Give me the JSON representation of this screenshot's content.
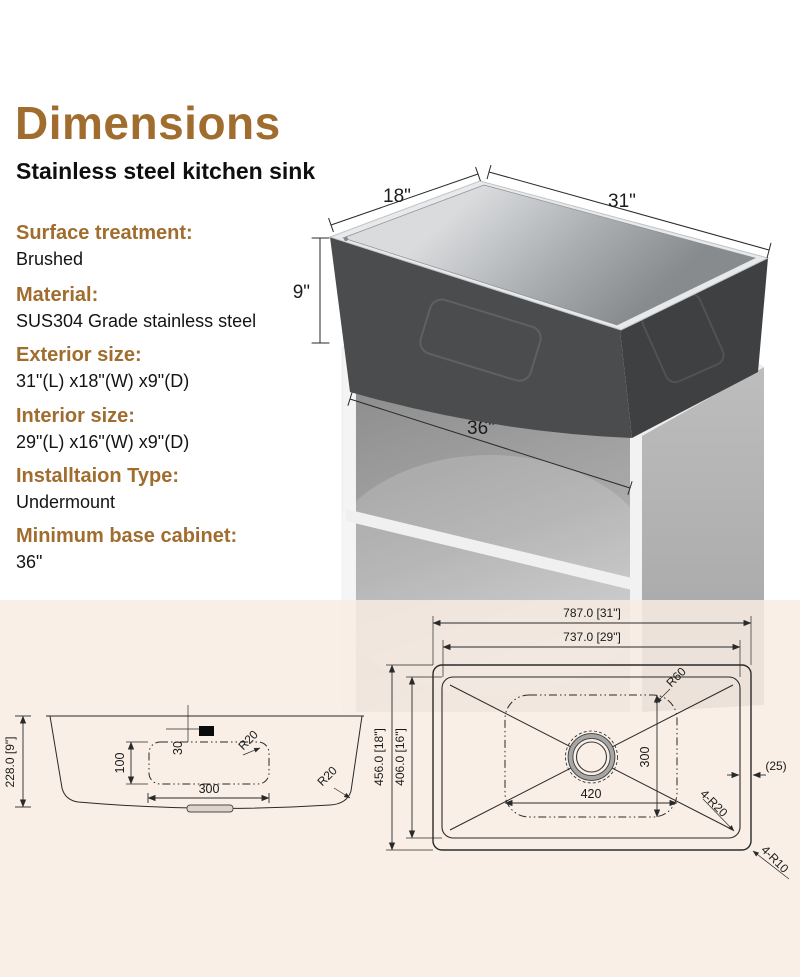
{
  "colors": {
    "accent": "#a06d2e",
    "panel_bg": "#f8ece2",
    "drawing_line": "#2a2a2a",
    "sink_body": "#4b4c4e",
    "steel": "#d8dadc"
  },
  "header": {
    "title": "Dimensions",
    "subtitle": "Stainless steel kitchen sink"
  },
  "specs": [
    {
      "label": "Surface treatment:",
      "value": "Brushed"
    },
    {
      "label": "Material:",
      "value": "SUS304 Grade stainless steel"
    },
    {
      "label": "Exterior size:",
      "value": "31\"(L) x18\"(W) x9\"(D)"
    },
    {
      "label": "Interior size:",
      "value": "29\"(L) x16\"(W) x9\"(D)"
    },
    {
      "label": "Installtaion Type:",
      "value": "Undermount"
    },
    {
      "label": "Minimum base cabinet:",
      "value": "36\""
    }
  ],
  "illustration": {
    "width_label": "31\"",
    "depth_label": "18\"",
    "height_label": "9\"",
    "cabinet_label": "36\""
  },
  "side_view": {
    "overall_depth": "228.0 [9\"]",
    "drain_offset": "30",
    "flat_height": "100",
    "flat_width": "300",
    "radius_inner": "R20",
    "radius_outer": "R20"
  },
  "top_view": {
    "outer_length": "787.0 [31\"]",
    "inner_length": "737.0 [29\"]",
    "outer_width": "456.0 [18\"]",
    "inner_width": "406.0 [16\"]",
    "flat_width": "300",
    "flat_length": "420",
    "radius_bottom": "R60",
    "rim_gap": "(25)",
    "inner_corner_radius": "4-R20",
    "outer_corner_radius": "4-R10"
  }
}
